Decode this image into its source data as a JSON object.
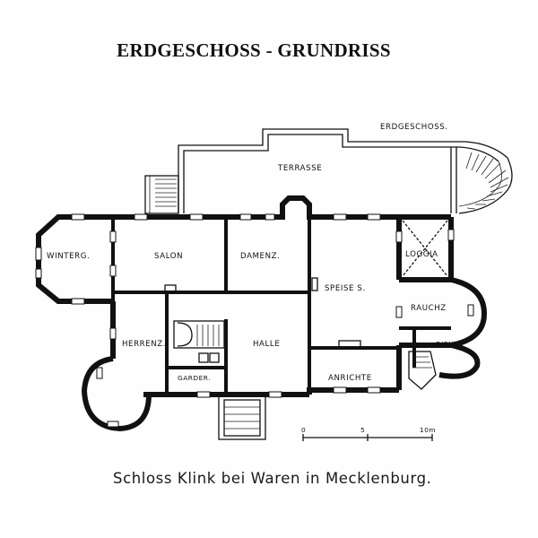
{
  "header": {
    "title": "ERDGESCHOSS - GRUNDRISS"
  },
  "plan": {
    "floor_label": "ERDGESCHOSS.",
    "rooms": {
      "terrasse": "TERRASSE",
      "winterg": "WINTERG.",
      "salon": "SALON",
      "damenz": "DAMENZ.",
      "speise": "SPEISE S.",
      "loggia": "LOGGIA",
      "rauchz": "RAUCHZ",
      "herrenz": "HERRENZ.",
      "halle": "HALLE",
      "garder": "GARDER.",
      "anrichte": "ANRICHTE",
      "diener": "DIENER"
    },
    "scale": {
      "zero": "0",
      "five": "5",
      "ten": "10m"
    }
  },
  "caption": "Schloss Klink bei Waren in Mecklenburg."
}
